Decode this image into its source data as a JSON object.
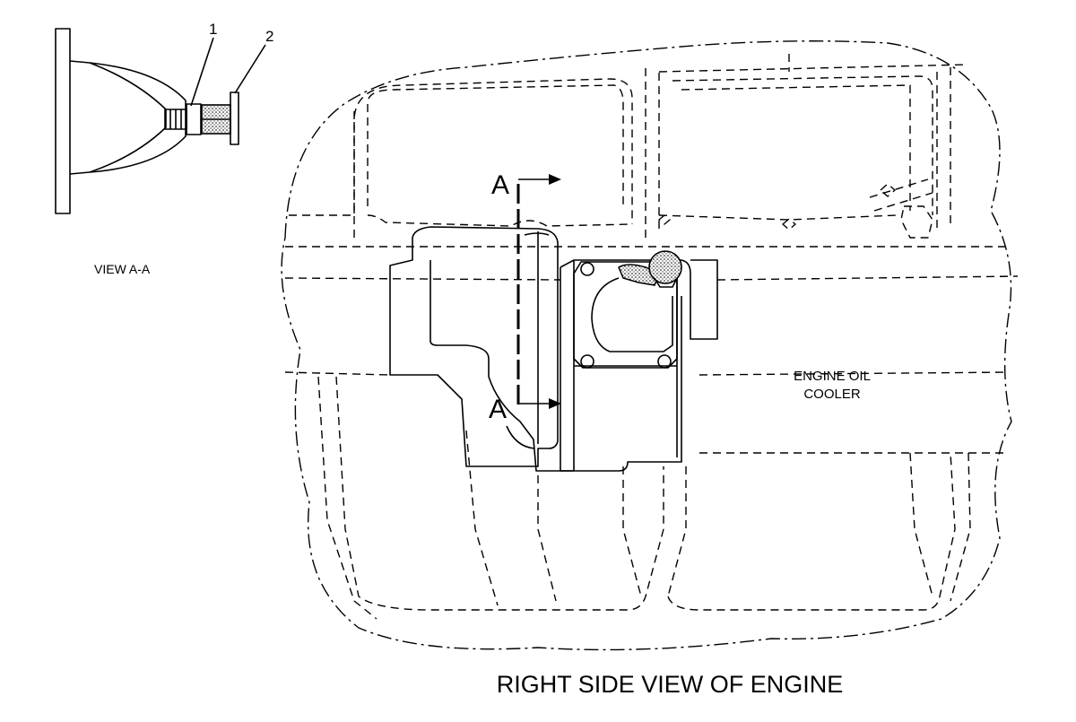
{
  "diagram": {
    "view_label": "VIEW A-A",
    "callouts": [
      "1",
      "2"
    ],
    "section_marks": [
      "A",
      "A"
    ],
    "component_label": [
      "ENGINE OIL",
      "COOLER"
    ],
    "caption": "RIGHT SIDE VIEW OF ENGINE"
  }
}
